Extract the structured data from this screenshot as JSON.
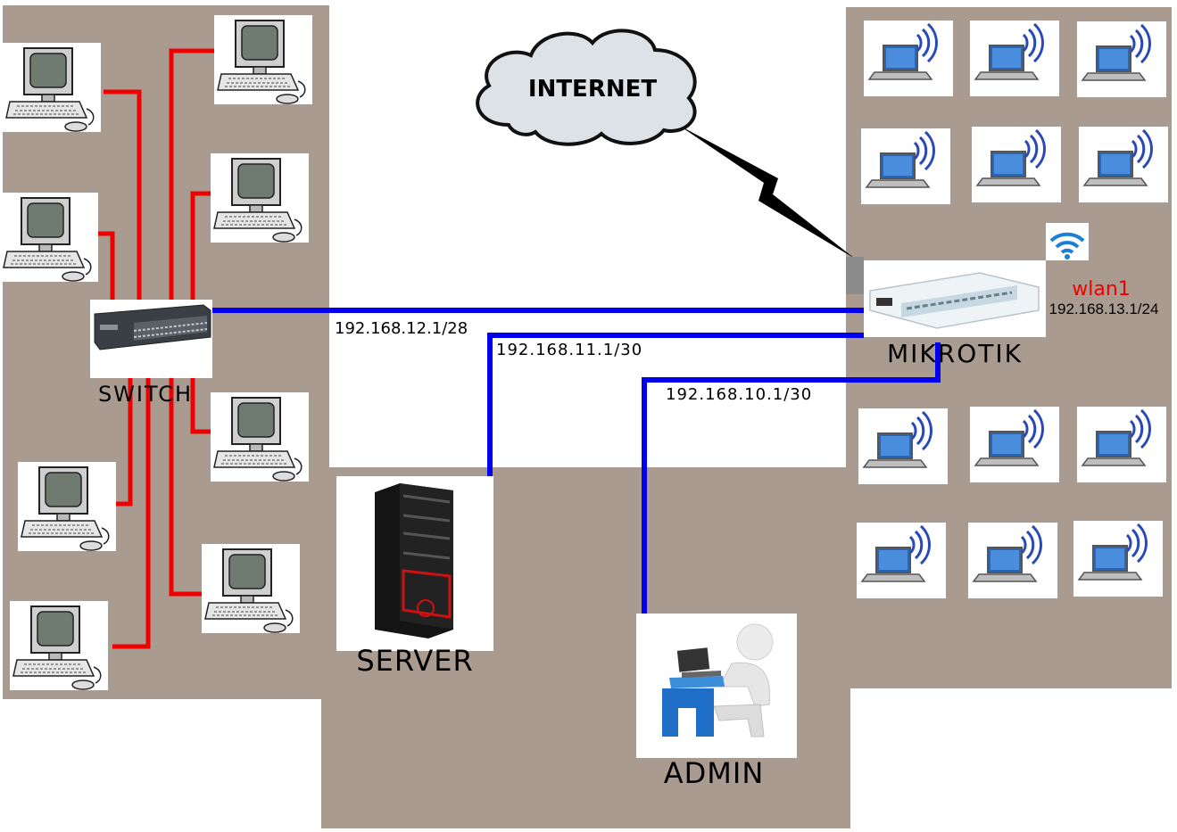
{
  "cloud": {
    "label": "INTERNET"
  },
  "switch": {
    "label": "SWITCH"
  },
  "router": {
    "label": "MIKROTIK"
  },
  "server": {
    "label": "SERVER"
  },
  "admin": {
    "label": "ADMIN"
  },
  "wlan": {
    "label": "wlan1",
    "ip": "192.168.13.1/24"
  },
  "links": {
    "switch_net": "192.168.12.1/28",
    "server_net": "192.168.11.1/30",
    "admin_net": "192.168.10.1/30"
  },
  "colors": {
    "zone": "#a99b90",
    "lan_wire": "#ee0000",
    "backbone": "#0000ee",
    "wlan_label": "#ee0000"
  }
}
